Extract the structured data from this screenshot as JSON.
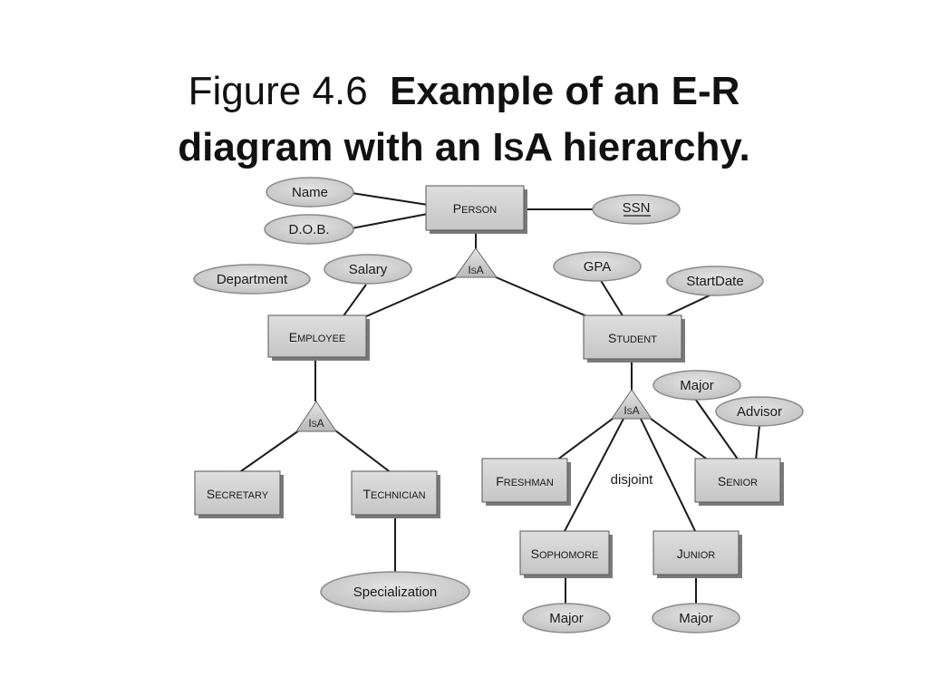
{
  "title": {
    "figure_label": "Figure 4.6",
    "caption_line1": "Example of an E-R",
    "caption_line2_before": "diagram with an I",
    "caption_line2_small": "S",
    "caption_line2_after": "A hierarchy."
  },
  "entities": {
    "person": {
      "initial": "P",
      "rest": "ERSON"
    },
    "employee": {
      "initial": "E",
      "rest": "MPLOYEE"
    },
    "student": {
      "initial": "S",
      "rest": "TUDENT"
    },
    "secretary": {
      "initial": "S",
      "rest": "ECRETARY"
    },
    "technician": {
      "initial": "T",
      "rest": "ECHNICIAN"
    },
    "freshman": {
      "initial": "F",
      "rest": "RESHMAN"
    },
    "senior": {
      "initial": "S",
      "rest": "ENIOR"
    },
    "sophomore": {
      "initial": "S",
      "rest": "OPHOMORE"
    },
    "junior": {
      "initial": "J",
      "rest": "UNIOR"
    }
  },
  "attributes": {
    "name": "Name",
    "dob": "D.O.B.",
    "ssn": "SSN",
    "department": "Department",
    "salary": "Salary",
    "gpa": "GPA",
    "startdate": "StartDate",
    "major_senior": "Major",
    "advisor": "Advisor",
    "specialization": "Specialization",
    "major_sophomore": "Major",
    "major_junior": "Major"
  },
  "isa": {
    "initial": "I",
    "small": "S",
    "rest": "A"
  },
  "annotations": {
    "disjoint": "disjoint"
  },
  "colors": {
    "entity_fill": "#d2d2d2",
    "entity_shadow": "#7a7a7a",
    "attribute_fill": "#cfcfcf",
    "attribute_stroke": "#8a8a8a",
    "line": "#1a1a1a"
  }
}
